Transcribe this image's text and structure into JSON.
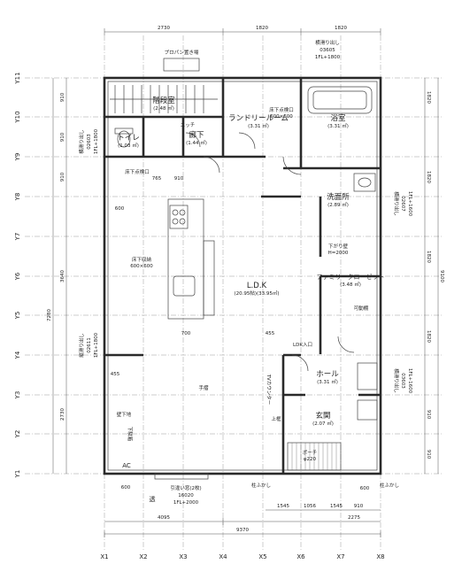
{
  "rooms": {
    "stairs": "階段室",
    "stairs_area": "(2.48 ㎡)",
    "toilet": "トイレ",
    "toilet_area": "(1.03 ㎡)",
    "hallway": "廊下",
    "hallway_area": "(1.44 ㎡)",
    "laundry": "ランドリールーム",
    "laundry_area": "(3.31 ㎡)",
    "bath": "浴室",
    "bath_area": "(3.31 ㎡)",
    "washroom": "洗面所",
    "washroom_area": "(2.89 ㎡)",
    "ldk": "L.D.K",
    "ldk_area": "(20.95帖)(33.95㎡)",
    "family_closet": "ファミリークローゼット",
    "family_closet_area": "(3.48 ㎡)",
    "hall": "ホール",
    "hall_area": "(3.31 ㎡)",
    "entrance": "玄関",
    "entrance_area": "(2.07 ㎡)"
  },
  "labels": {
    "propane": "プロパン置き場",
    "niche": "ニッチ",
    "floor_storage": "床下点検口",
    "floor_storage_size": "600×600",
    "floor_storage2": "床下点検口",
    "tv_counter": "TVカウンター",
    "ldk_entry": "LDK入口",
    "kamachi": "上框",
    "porch": "ポーチ",
    "porch_tile": "φ220",
    "handrail": "手摺",
    "shoe_closet": "下駄箱",
    "ac": "AC",
    "pillar1": "柱ふかし",
    "pillar2": "柱ふかし",
    "window_top": "横滑り出し",
    "window_top_code": "03605",
    "window_top_fl": "1FL+1800",
    "window_left": "横滑り出し",
    "window_left_code": "02603",
    "window_left_fl": "1FL+1800",
    "window_left2": "縦滑り出し",
    "window_left2_code": "02611",
    "window_left2_fl": "1FL+1800",
    "window_right": "横滑り出し",
    "window_right_code": "02607",
    "window_right_fl": "1FL+1600",
    "window_right2": "横滑り出し",
    "window_right2_code": "03603",
    "window_right2_fl": "1FL+1600",
    "window_bottom": "引違い窓(2枚)",
    "window_bottom_code": "16020",
    "window_bottom_fl": "1FL+2000",
    "transparent": "透",
    "hanging": "下がり壁",
    "hanging_h": "H=2000",
    "wall_down": "壁下地",
    "kitchen_storage": "床下収納",
    "kitchen_storage_size": "600×600",
    "shelf": "可動棚"
  },
  "dims": {
    "top": [
      "2730",
      "1820",
      "1820"
    ],
    "bottom_seg": [
      "1545",
      "1056",
      "1545",
      "910"
    ],
    "bottom_mid": [
      "4095",
      "2275"
    ],
    "bottom_total": "9370",
    "left_seg": [
      "910",
      "910",
      "910",
      "3640",
      "2730"
    ],
    "left_total": "7280",
    "right_seg": [
      "1820",
      "1820",
      "1820",
      "1820",
      "910",
      "910"
    ],
    "right_total": "9100",
    "inner": [
      "765",
      "910",
      "600",
      "700",
      "455",
      "455",
      "600",
      "600"
    ]
  },
  "axes": {
    "x": [
      "X1",
      "X2",
      "X3",
      "X4",
      "X5",
      "X6",
      "X7",
      "X8"
    ],
    "y": [
      "Y11",
      "Y10",
      "Y9",
      "Y8",
      "Y7",
      "Y6",
      "Y5",
      "Y4",
      "Y3",
      "Y2",
      "Y1"
    ]
  }
}
